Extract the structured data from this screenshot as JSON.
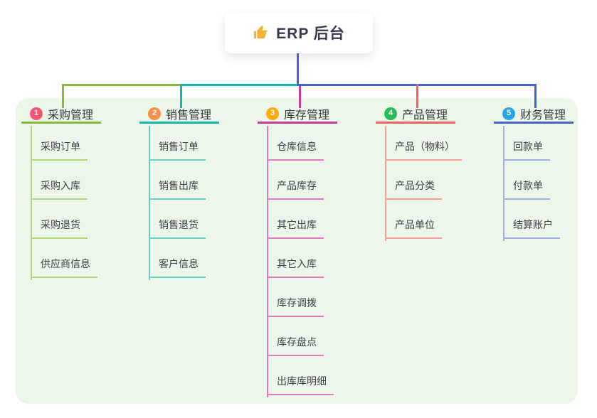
{
  "root_node": {
    "icon": "thumbs-up-icon",
    "label": "ERP 后台",
    "trunk_color": "#4f5ed1",
    "icon_color": "#f2b431"
  },
  "canvas": {
    "panel_color": "#ecf7e9",
    "background_color": "#ffffff"
  },
  "branches": [
    {
      "num": "1",
      "label": "采购管理",
      "badge_color": "#f5566f",
      "line_color": "#85b944",
      "child_line_color": "#b0d57e",
      "children": [
        "采购订单",
        "采购入库",
        "采购退货",
        "供应商信息"
      ]
    },
    {
      "num": "2",
      "label": "销售管理",
      "badge_color": "#fb8e4a",
      "line_color": "#12b7ae",
      "child_line_color": "#66d0c6",
      "children": [
        "销售订单",
        "销售出库",
        "销售退货",
        "客户信息"
      ]
    },
    {
      "num": "3",
      "label": "库存管理",
      "badge_color": "#ffaa0d",
      "line_color": "#cb3a9a",
      "child_line_color": "#e678bd",
      "children": [
        "仓库信息",
        "产品库存",
        "其它出库",
        "其它入库",
        "库存调拨",
        "库存盘点",
        "出库库明细"
      ]
    },
    {
      "num": "4",
      "label": "产品管理",
      "badge_color": "#24bd58",
      "line_color": "#f4605d",
      "child_line_color": "#f89d99",
      "children": [
        "产品（物料）",
        "产品分类",
        "产品单位"
      ]
    },
    {
      "num": "5",
      "label": "财务管理",
      "badge_color": "#29a5e2",
      "line_color": "#4164d0",
      "child_line_color": "#9fb1dc",
      "children": [
        "回款单",
        "付款单",
        "结算账户"
      ]
    }
  ]
}
